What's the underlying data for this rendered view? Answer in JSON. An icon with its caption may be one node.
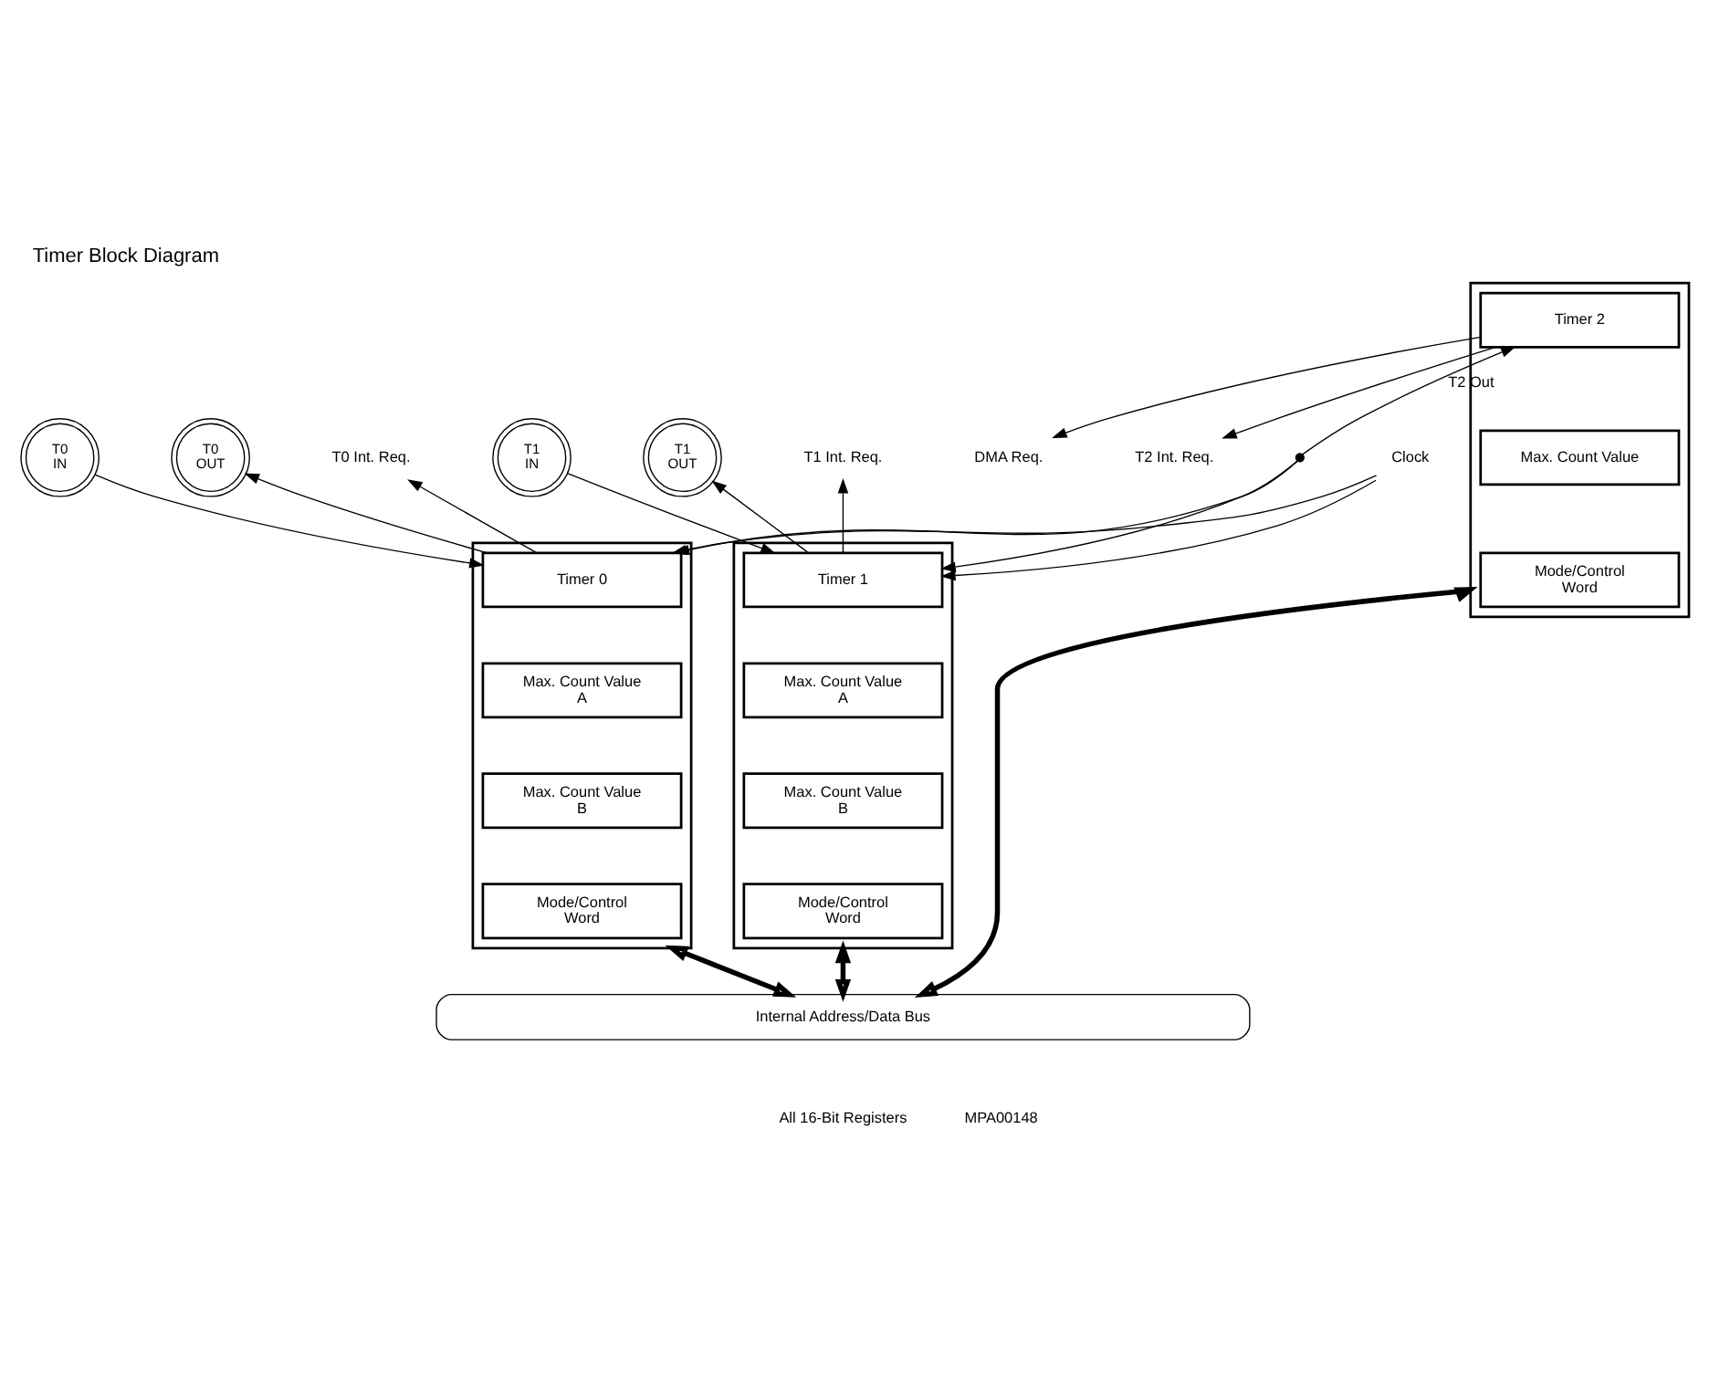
{
  "diagram": {
    "title": "Timer Block Diagram",
    "nodes": [
      {
        "text": [
          "T0 IN"
        ]
      },
      {
        "text": [
          "T0 OUT"
        ]
      },
      {
        "text": [
          "T0 Int. Req."
        ]
      },
      {
        "text": [
          "T1 IN"
        ]
      },
      {
        "text": [
          "T1 OUT"
        ]
      },
      {
        "text": [
          "T1 Int. Req."
        ]
      },
      {
        "text": [
          "DMA Req."
        ]
      },
      {
        "text": [
          "T2 Int. Req."
        ]
      },
      {
        "text": [],
        "shape": "circle"
      },
      {
        "text": [],
        "shape": "box"
      },
      {
        "text": [
          "Timer 0"
        ],
        "in": 9
      },
      {
        "text": [
          "Max. Count Value A"
        ],
        "in": 9
      },
      {
        "text": [
          "Max. Count Value B"
        ],
        "in": 9
      },
      {
        "text": [
          "Mode/Control Word"
        ],
        "in": 9
      },
      {
        "text": [
          "Clock"
        ]
      },
      {
        "text": [],
        "shape": "box"
      },
      {
        "text": [
          "Timer 1"
        ],
        "in": 15
      },
      {
        "text": [
          "Max. Count Value A"
        ],
        "in": 15
      },
      {
        "text": [
          "Max. Count Value B"
        ],
        "in": 15
      },
      {
        "text": [
          "Mode/Control Word"
        ],
        "in": 15
      },
      {
        "text": [],
        "shape": "box"
      },
      {
        "text": [
          "Timer 2"
        ],
        "in": 20
      },
      {
        "text": [
          "Max. Count Value"
        ],
        "in": 20
      },
      {
        "text": [
          "Mode/Control Word"
        ],
        "in": 20
      },
      {
        "text": [
          "Internal Address/Data Bus"
        ]
      }
    ],
    "edges": [
      {
        "from": 0,
        "to": 10,
        "arrow": "to"
      },
      {
        "from": 10,
        "to": 1,
        "arrow": "to"
      },
      {
        "from": 10,
        "to": 2,
        "arrow": "to"
      },
      {
        "from": 3,
        "to": 16,
        "arrow": "to"
      },
      {
        "from": 16,
        "to": 4,
        "arrow": "to"
      },
      {
        "from": 16,
        "to": 5,
        "arrow": "to"
      },
      {
        "from": 21,
        "to": 6,
        "arrow": "to"
      },
      {
        "from": 21,
        "to": 7,
        "arrow": "to"
      },
      {
        "from": 8,
        "to": 10,
        "arrow": "to"
      },
      {
        "from": 8,
        "to": 16,
        "arrow": "to"
      },
      {
        "from": 8,
        "to": 21,
        "label": "T2 Out",
        "arrow": "to"
      },
      {
        "from": 14,
        "to": 10,
        "arrow": "to"
      },
      {
        "from": 14,
        "to": 16,
        "arrow": "to"
      },
      {
        "from": 9,
        "to": 24,
        "arrow": "both",
        "style": "thick"
      },
      {
        "from": 15,
        "to": 24,
        "arrow": "both",
        "style": "thick"
      },
      {
        "from": 20,
        "to": 24,
        "arrow": "both",
        "style": "thick"
      }
    ],
    "labels": [
      "All 16-Bit Registers",
      "MPA00148"
    ]
  }
}
